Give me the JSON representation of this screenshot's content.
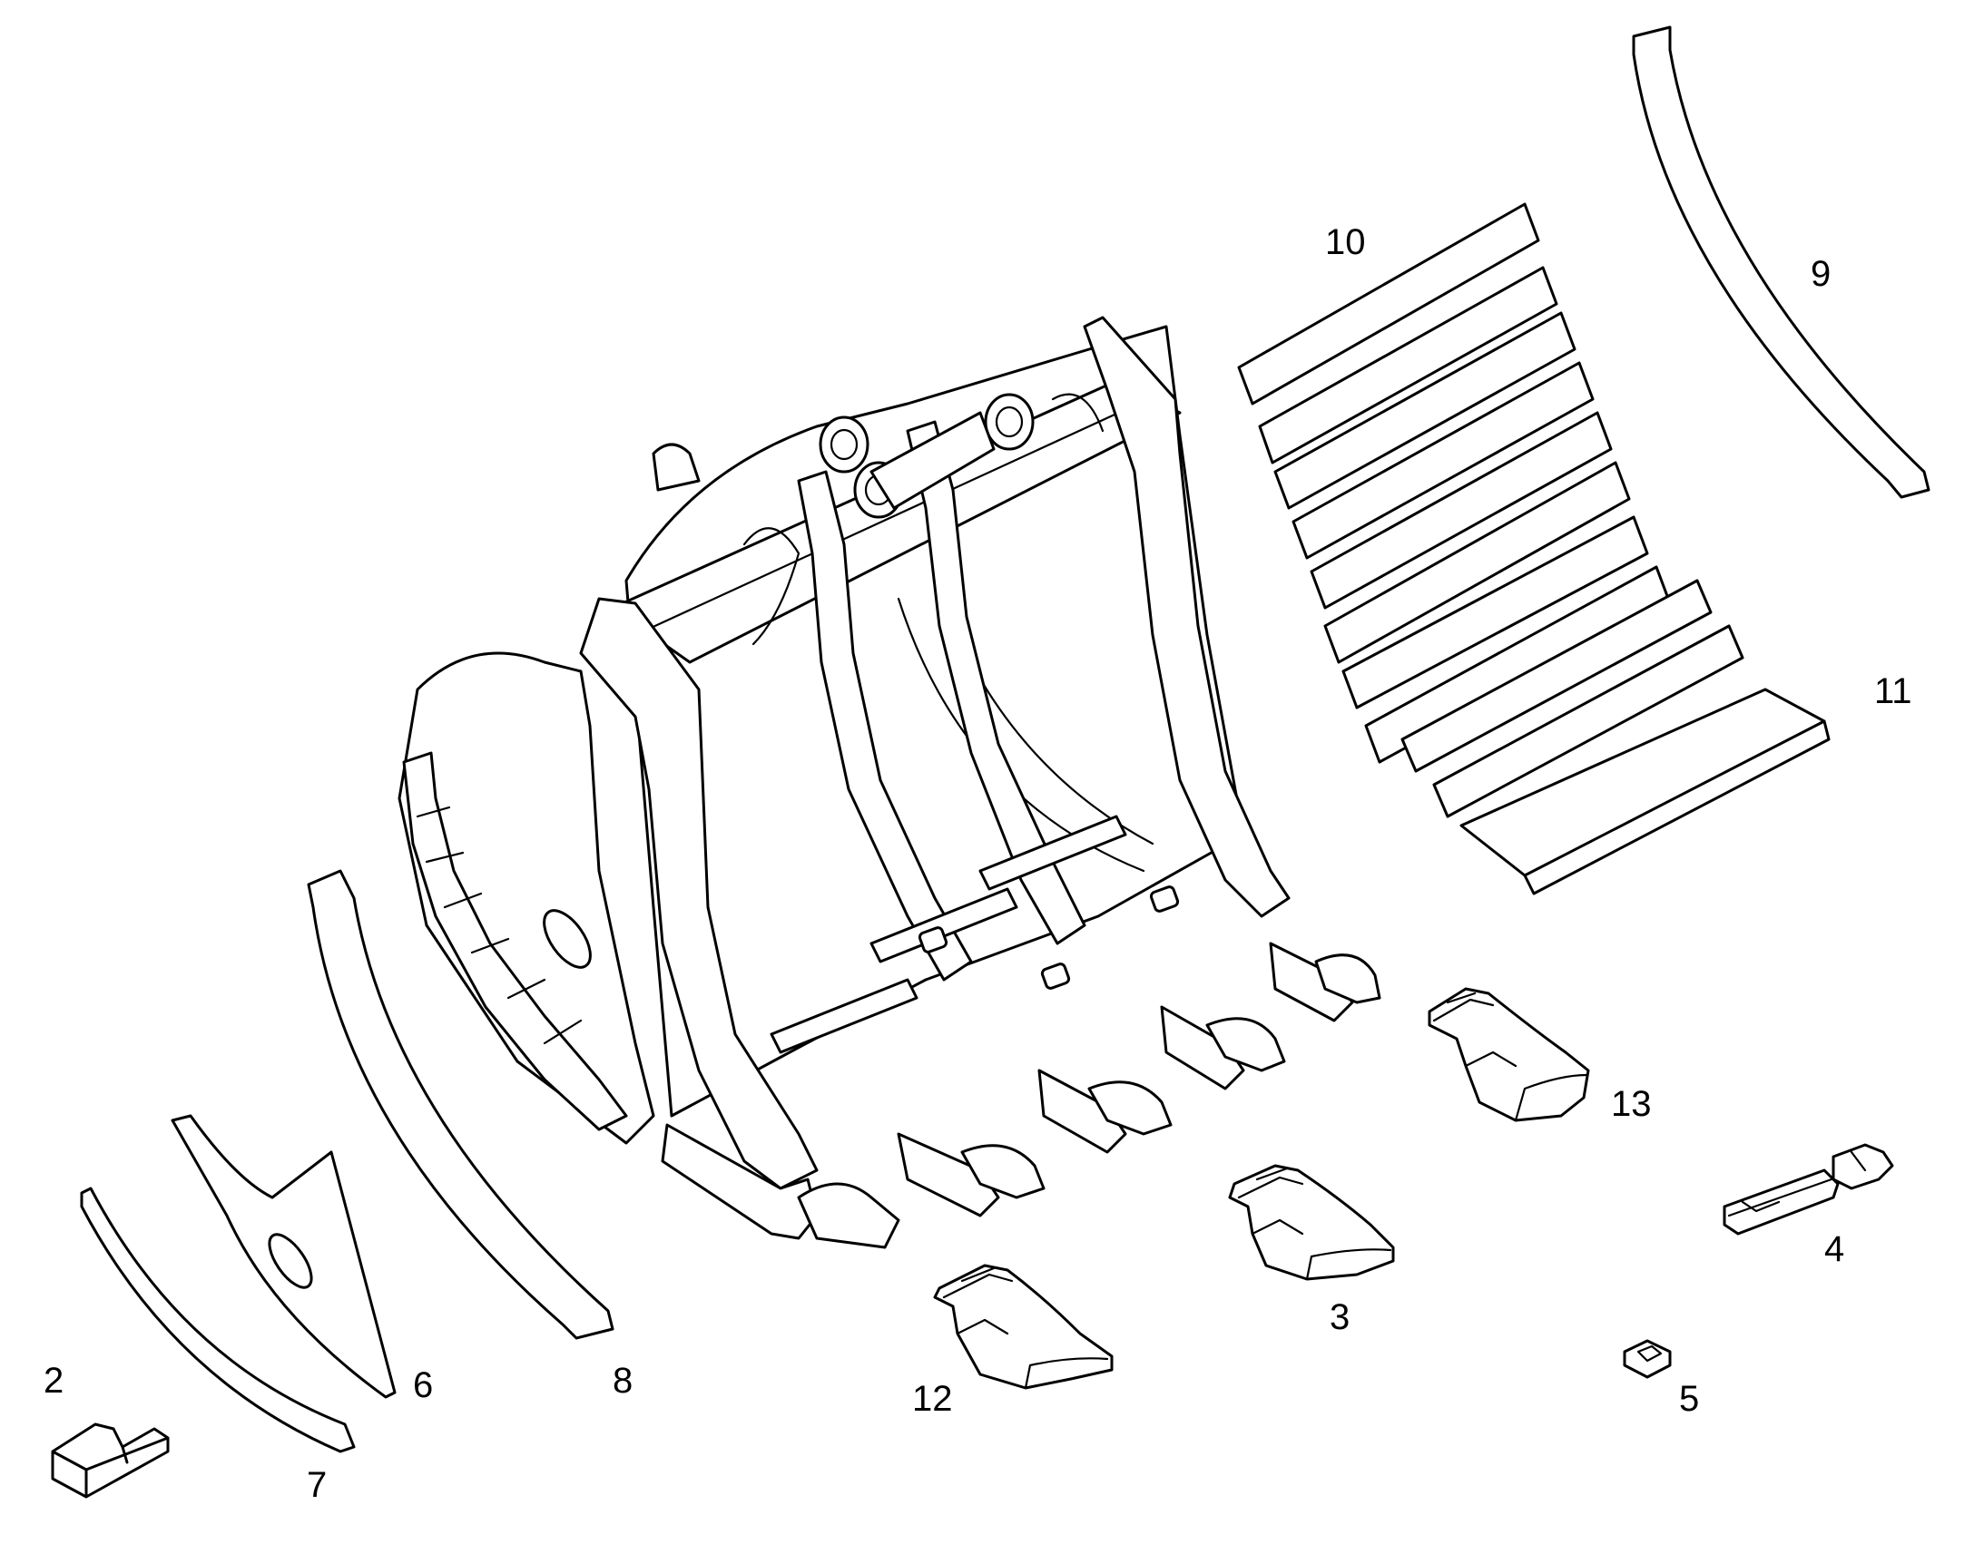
{
  "diagram": {
    "callouts": [
      {
        "id": "2",
        "label": "2"
      },
      {
        "id": "3",
        "label": "3"
      },
      {
        "id": "4",
        "label": "4"
      },
      {
        "id": "5",
        "label": "5"
      },
      {
        "id": "6",
        "label": "6"
      },
      {
        "id": "7",
        "label": "7"
      },
      {
        "id": "8",
        "label": "8"
      },
      {
        "id": "9",
        "label": "9"
      },
      {
        "id": "10",
        "label": "10"
      },
      {
        "id": "11",
        "label": "11"
      },
      {
        "id": "12",
        "label": "12"
      },
      {
        "id": "13",
        "label": "13"
      }
    ],
    "colors": {
      "line": "#000000",
      "background": "#ffffff"
    }
  }
}
